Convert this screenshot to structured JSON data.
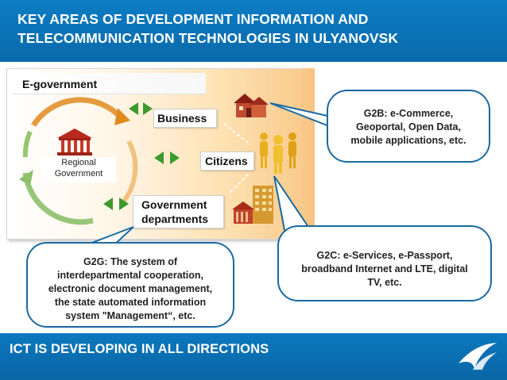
{
  "header": {
    "title_line1": "KEY AREAS OF DEVELOPMENT INFORMATION AND",
    "title_line2": "TELECOMMUNICATION TECHNOLOGIES IN ULYANOVSK"
  },
  "diagram": {
    "egov_label": "E-government",
    "regional_gov_line1": "Regional",
    "regional_gov_line2": "Government",
    "nodes": {
      "business": "Business",
      "citizens": "Citizens",
      "gov_departments_line1": "Government",
      "gov_departments_line2": "departments"
    },
    "icons": [
      "government-building-icon",
      "house-icon",
      "people-icon",
      "office-buildings-icon",
      "cycle-arrows-icon"
    ]
  },
  "callouts": {
    "g2b": {
      "line1": "G2B: e-Commerce,",
      "line2": "Geoportal, Open Data,",
      "line3": "mobile applications, etc."
    },
    "g2c": {
      "line1": "G2C: e-Services, e-Passport,",
      "line2": "broadband Internet and LTE, digital",
      "line3": "TV, etc."
    },
    "g2g": {
      "line1": "G2G: The system of",
      "line2": "interdepartmental cooperation,",
      "line3": "electronic document management,",
      "line4": "the state automated information",
      "line5": "system \"Management“, etc."
    }
  },
  "footer": {
    "text": "ICT IS DEVELOPING IN ALL DIRECTIONS",
    "logo_icon": "swoosh-logo-icon"
  },
  "colors": {
    "header_blue": "#0b73b8",
    "callout_border": "#1a6aa0",
    "arrow_green": "#3d9a2e",
    "building_red": "#b82a1e",
    "cycle_orange": "#e08a1e"
  }
}
